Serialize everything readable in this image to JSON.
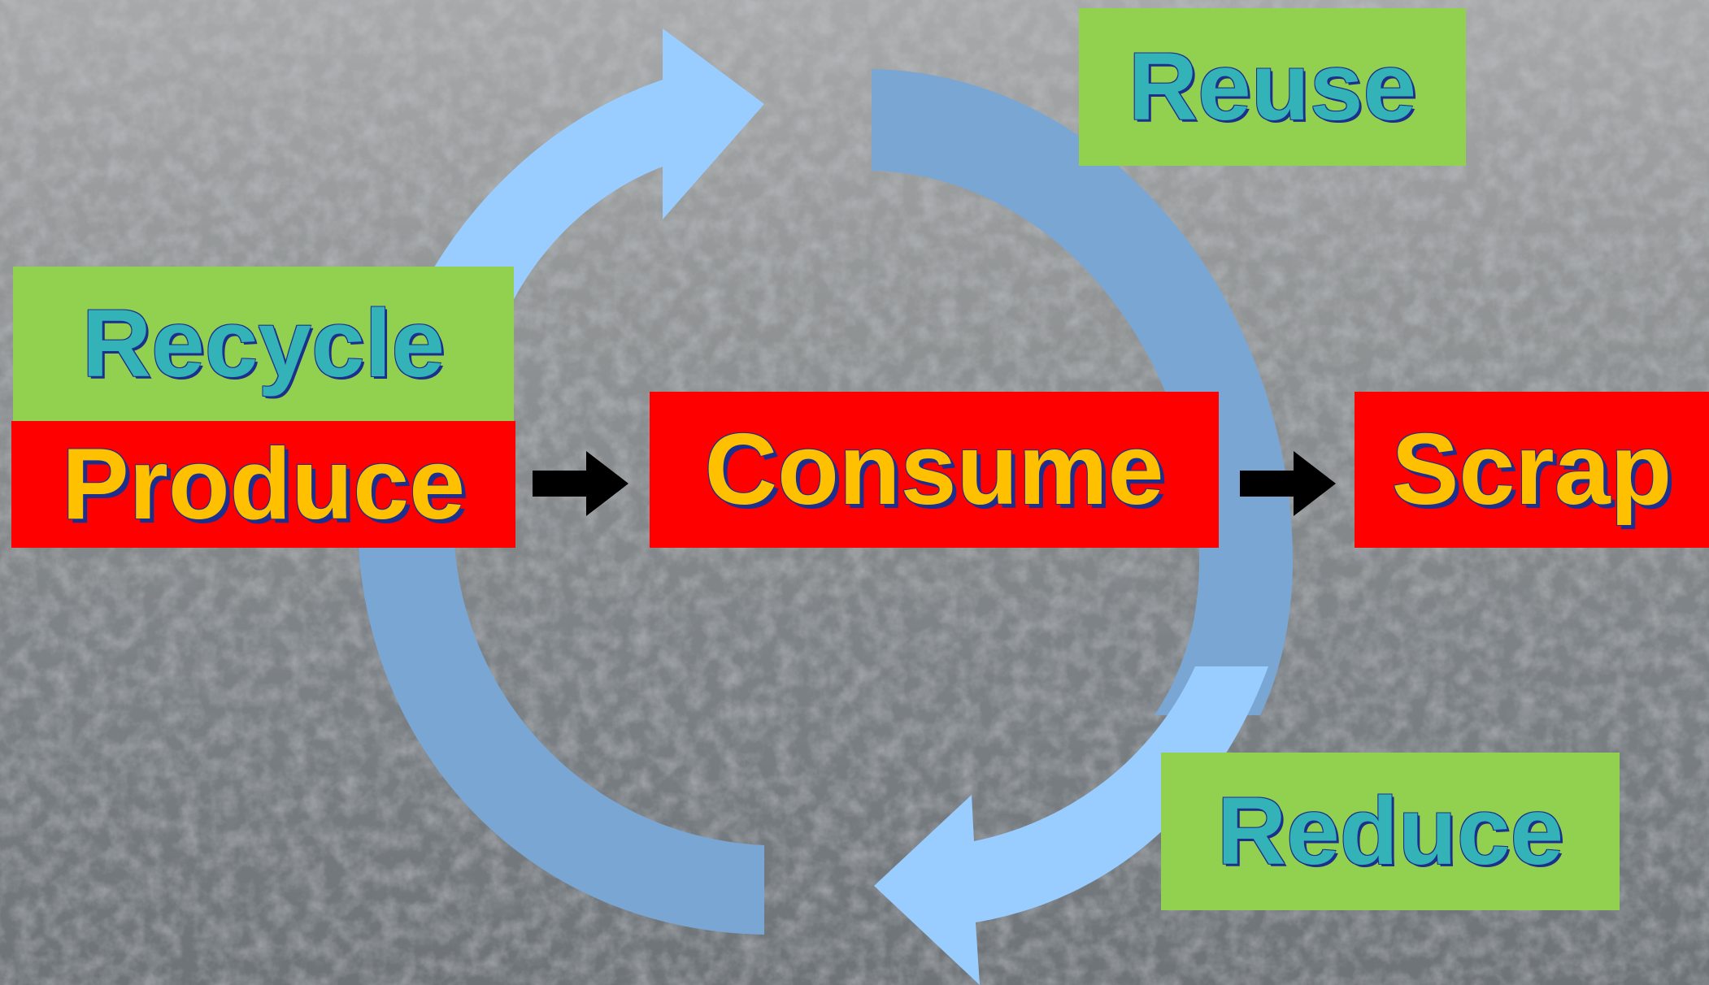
{
  "steps": {
    "reuse": "Reuse",
    "recycle": "Recycle",
    "reduce": "Reduce",
    "produce": "Produce",
    "consume": "Consume",
    "scrap": "Scrap"
  },
  "colors": {
    "circular_box_fill": "#92d050",
    "circular_text": "#33b3b8",
    "linear_box_fill": "#ff0000",
    "linear_text": "#ffc000",
    "text_outline": "#1c2f8c",
    "arrow_light": "#99ccff",
    "arrow_dark": "#7aa6d4",
    "flow_arrow": "#000000"
  }
}
